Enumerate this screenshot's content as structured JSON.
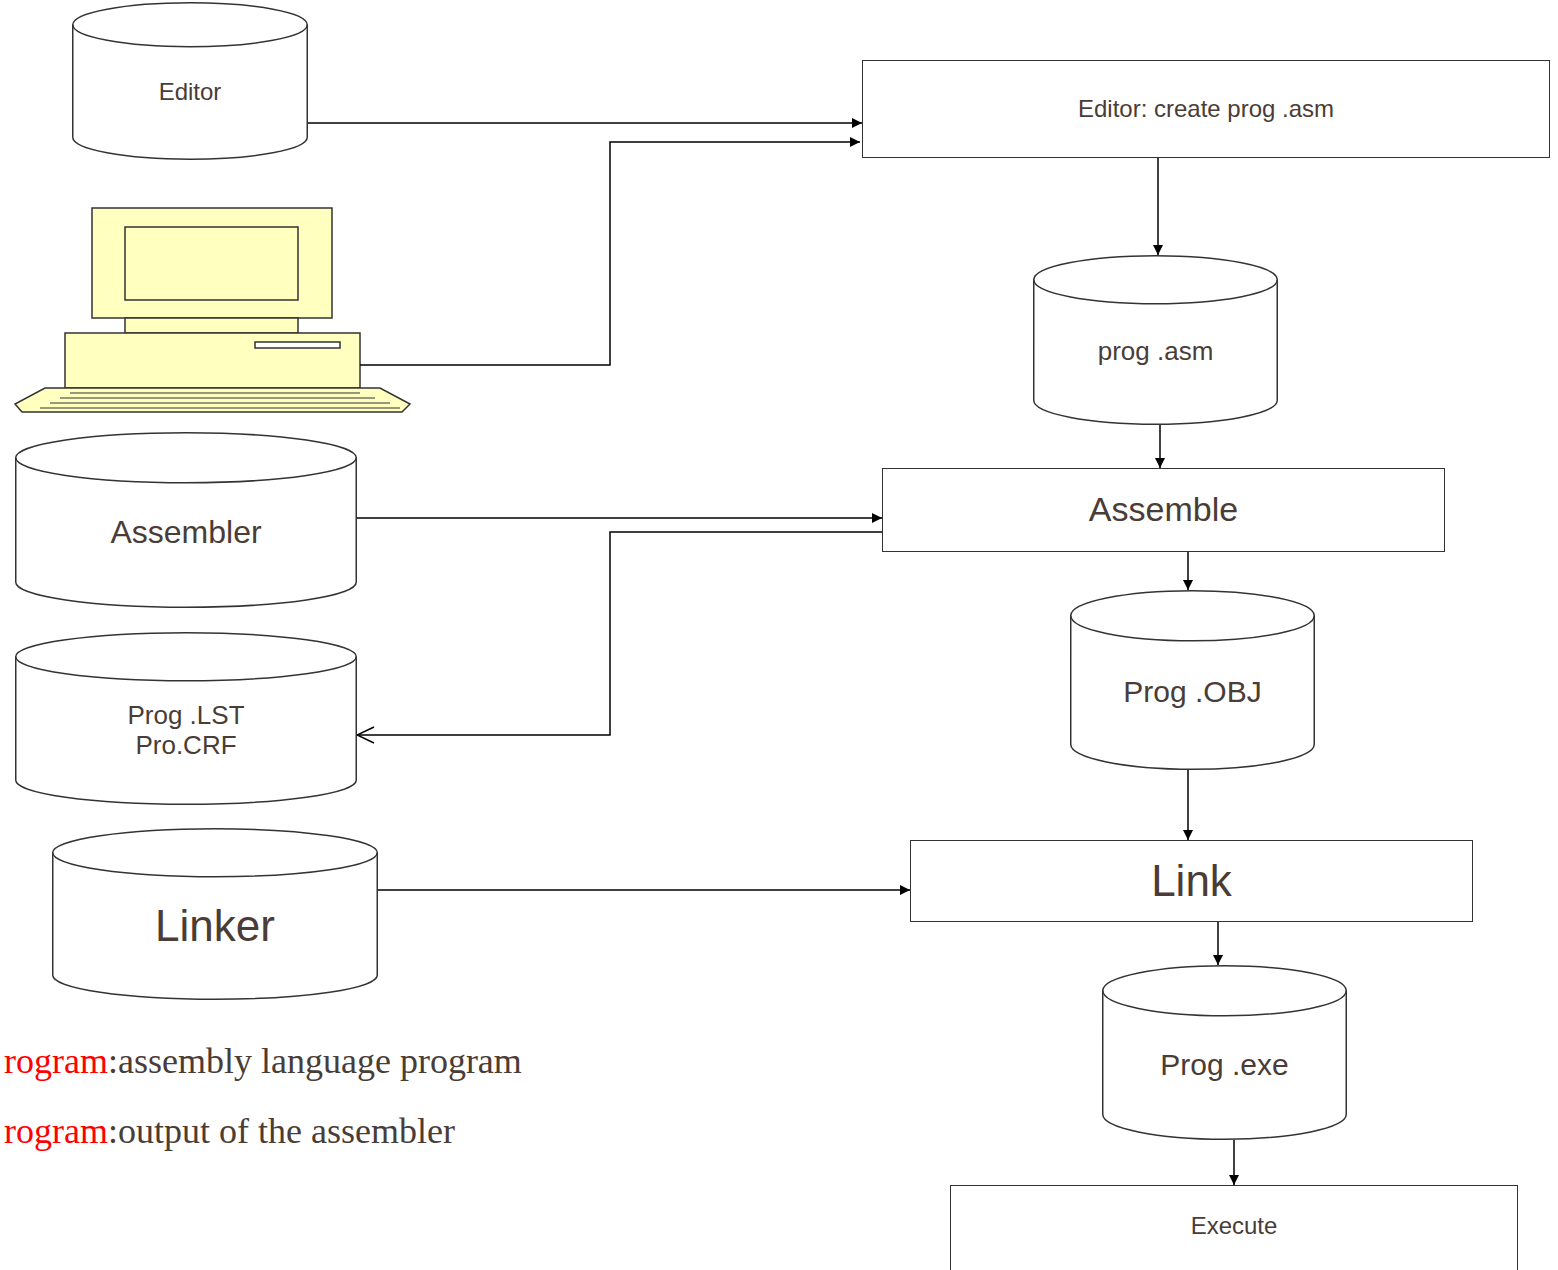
{
  "diagram": {
    "nodes": [
      {
        "text": [
          "Editor"
        ]
      },
      {
        "text": [
          "Editor: create prog .asm"
        ]
      },
      {
        "text": [
          "prog .asm"
        ]
      },
      {
        "text": [
          "Assembler"
        ]
      },
      {
        "text": [
          "Assemble"
        ]
      },
      {
        "text": [
          "Prog .LST",
          "Pro.CRF"
        ]
      },
      {
        "text": [
          "Prog .OBJ"
        ]
      },
      {
        "text": [
          "Linker"
        ]
      },
      {
        "text": [
          "Link"
        ]
      },
      {
        "text": [
          "Prog .exe"
        ]
      },
      {
        "text": [
          "Execute"
        ]
      }
    ],
    "edges": [
      {
        "from": 0,
        "to": 1,
        "arrow": "to"
      },
      {
        "from": 1,
        "to": 2,
        "arrow": "to"
      },
      {
        "from": 2,
        "to": 4,
        "arrow": "to"
      },
      {
        "from": 3,
        "to": 4,
        "arrow": "to"
      },
      {
        "from": 4,
        "to": 5,
        "arrow": "to"
      },
      {
        "from": 4,
        "to": 6,
        "arrow": "to"
      },
      {
        "from": 6,
        "to": 8,
        "arrow": "to"
      },
      {
        "from": 7,
        "to": 8,
        "arrow": "to"
      },
      {
        "from": 8,
        "to": 9,
        "arrow": "to"
      },
      {
        "from": 9,
        "to": 10,
        "arrow": "to"
      }
    ],
    "labels": [
      "rogram",
      ":assembly language program",
      "rogram",
      ":output of the assembler"
    ]
  }
}
